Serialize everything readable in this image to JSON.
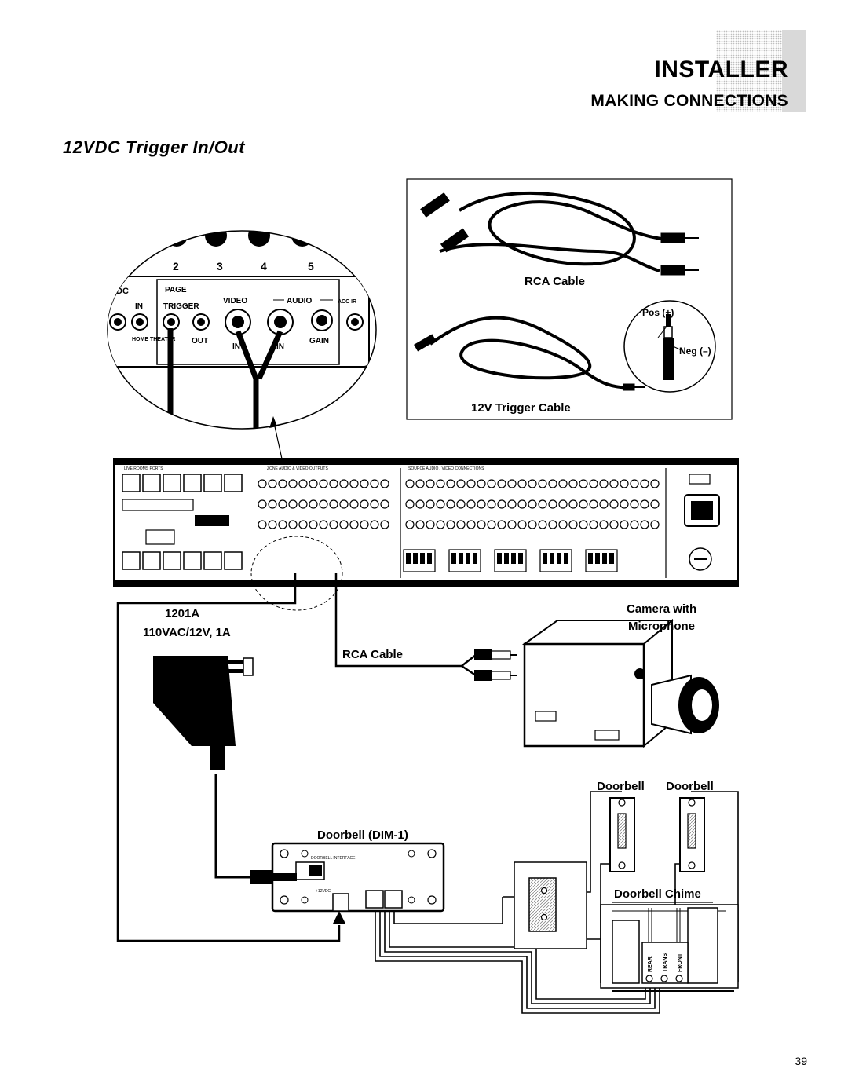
{
  "header": {
    "title": "INSTALLER",
    "subtitle": "MAKING CONNECTIONS"
  },
  "section": {
    "title": "12VDC Trigger In/Out"
  },
  "zoom_panel": {
    "zone_numbers": [
      "2",
      "3",
      "4",
      "5"
    ],
    "labels": {
      "dc": "DC",
      "page": "PAGE",
      "in": "IN",
      "trigger": "TRIGGER",
      "video": "VIDEO",
      "audio": "AUDIO",
      "acc": "ACC IR",
      "home_theater": "HOME THEATER",
      "out": "OUT",
      "video_in": "IN",
      "audio_in": "IN",
      "gain": "GAIN"
    }
  },
  "cable_box": {
    "rca_label": "RCA Cable",
    "trigger_label": "12V Trigger Cable",
    "pos_label": "Pos (+)",
    "neg_label": "Neg (–)"
  },
  "power_supply": {
    "model": "1201A",
    "rating": "110VAC/12V, 1A"
  },
  "rca_cable_label": "RCA Cable",
  "camera": {
    "line1": "Camera with",
    "line2": "Microphone"
  },
  "doorbells": {
    "left": "Doorbell",
    "right": "Doorbell"
  },
  "dim": {
    "label": "Doorbell (DIM-1)"
  },
  "chime": {
    "label": "Doorbell Chime",
    "terminals": [
      "REAR",
      "TRANS",
      "FRONT"
    ]
  },
  "page_number": "39"
}
